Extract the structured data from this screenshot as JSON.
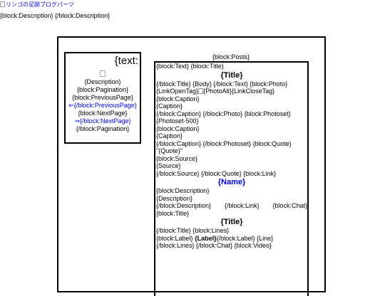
{
  "header": {
    "blog_title": "リンゴの足跡ブログパーツ",
    "description": "{block:Description} {/block:Description}"
  },
  "sidebar": {
    "title": "{text:",
    "lines": [
      "{Description}",
      "{block:Pagination}",
      "{block:PreviousPage}",
      "⇐{/block:PreviousPage}",
      "{block:NextPage}",
      "⇒{/block:NextPage}",
      "{/block:Pagination}"
    ]
  },
  "posts": {
    "label": "{block:Posts}",
    "l1": "{block:Text} {block:Title}",
    "title1": "{Title}",
    "l2": "{/block:Title} {Body} {/block:Text} {block:Photo}",
    "l3a": "{LinkOpenTag}",
    "l3b": "{PhotoAlt}{LinkCloseTag}",
    "l4": "{block:Caption}",
    "l5": "{Caption}",
    "l6": "{/block:Caption} {/block:Photo} {block:Photoset}",
    "l7": "{Photoset-500}",
    "l8": "{block:Caption}",
    "l9": "{Caption}",
    "l10": "{/block:Caption} {/block:Photoset} {block:Quote}",
    "l11": "\"{Quote}\"",
    "l12": "{block:Source}",
    "l13": "{Source}",
    "l14": "{/block:Source} {/block:Quote} {block:Link}",
    "name": "{Name}",
    "l15": "{block:Description}",
    "l16": "{Description}",
    "l17a": "{/block:Description}",
    "l17b": "{/block:Link}",
    "l17c": "{block:Chat}",
    "l18": "{block:Title}",
    "title2": "{Title}",
    "l19": "{/block:Title} {block:Lines}",
    "l20a": "{block:Label}",
    "l20b": "{Label}",
    "l20c": "{/block:Label}  {Line}",
    "l21": "{/block:Lines} {/block:Chat} {block:Video}"
  }
}
